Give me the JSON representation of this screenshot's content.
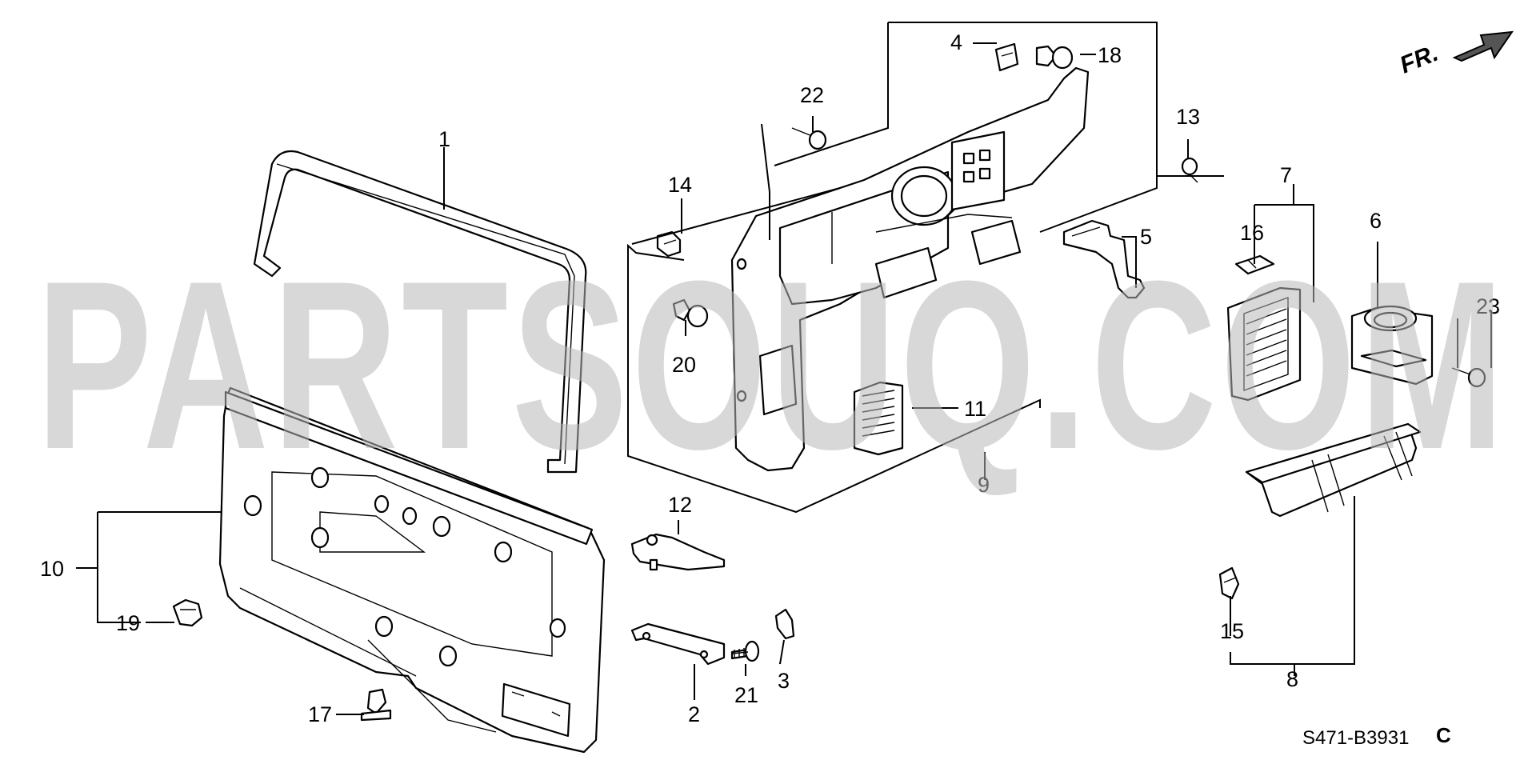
{
  "watermark": "PARTSOUQ.COM",
  "direction_label": "FR.",
  "diagram_code": "S471-B3931",
  "diagram_code_suffix": "C",
  "callouts": {
    "c1": "1",
    "c2": "2",
    "c3": "3",
    "c4": "4",
    "c5": "5",
    "c6": "6",
    "c7": "7",
    "c8": "8",
    "c9": "9",
    "c10": "10",
    "c11": "11",
    "c12": "12",
    "c13": "13",
    "c14": "14",
    "c15": "15",
    "c16": "16",
    "c17": "17",
    "c18": "18",
    "c19": "19",
    "c20": "20",
    "c21": "21",
    "c22": "22",
    "c23": "23"
  },
  "colors": {
    "ink": "#000000",
    "watermark": "#b9b9b9",
    "background": "#ffffff"
  }
}
